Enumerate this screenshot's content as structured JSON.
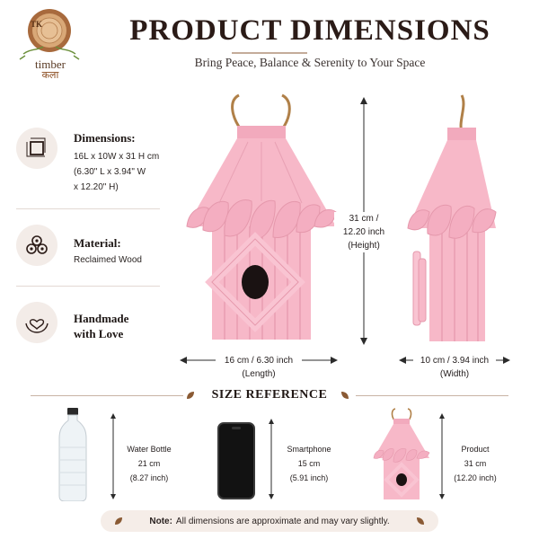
{
  "brand": {
    "line1": "timber",
    "line2": "कला",
    "mark": "TK"
  },
  "header": {
    "title": "PRODUCT DIMENSIONS",
    "subtitle": "Bring Peace, Balance & Serenity to Your Space"
  },
  "specs": {
    "dimensions": {
      "label": "Dimensions:",
      "line1": "16L x 10W x 31 H cm",
      "line2": "(6.30\" L x 3.94\" W",
      "line3": "x 12.20\" H)"
    },
    "material": {
      "label": "Material:",
      "value": "Reclaimed Wood"
    },
    "craft": {
      "line1": "Handmade",
      "line2": "with Love"
    }
  },
  "measurements": {
    "height": {
      "line1": "31 cm /",
      "line2": "12.20 inch",
      "line3": "(Height)"
    },
    "length": {
      "line1": "16 cm / 6.30 inch",
      "line2": "(Length)"
    },
    "width": {
      "line1": "10 cm / 3.94 inch",
      "line2": "(Width)"
    }
  },
  "size_reference": {
    "title": "SIZE REFERENCE",
    "bottle": {
      "name": "Water Bottle",
      "cm": "21 cm",
      "inch": "(8.27 inch)"
    },
    "phone": {
      "name": "Smartphone",
      "cm": "15 cm",
      "inch": "(5.91 inch)"
    },
    "product": {
      "name": "Product",
      "cm": "31 cm",
      "inch": "(12.20 inch)"
    }
  },
  "note": {
    "label": "Note:",
    "text": "All dimensions are approximate and may vary slightly."
  },
  "colors": {
    "pink": "#f7b8c8",
    "pink_dark": "#e89aae",
    "dark": "#2b1b17",
    "accent": "#8a5a34"
  }
}
